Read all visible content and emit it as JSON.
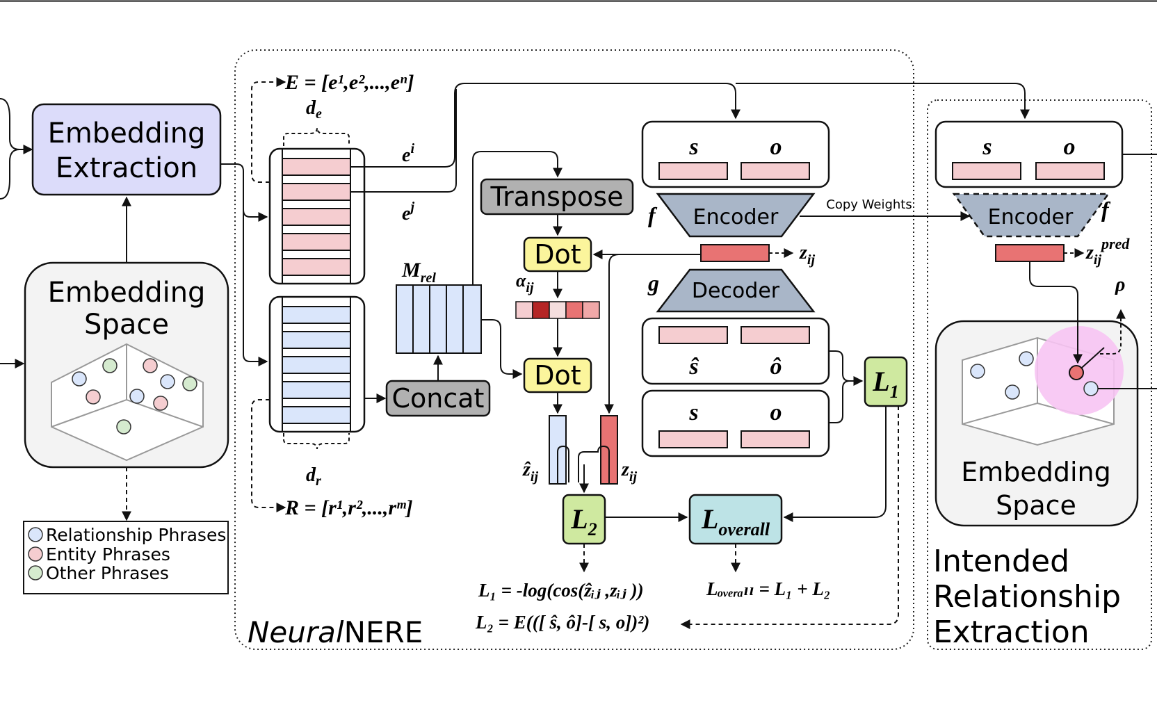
{
  "embedding_extraction": {
    "line1": "Embedding",
    "line2": "Extraction"
  },
  "embedding_space_left": {
    "line1": "Embedding",
    "line2": "Space"
  },
  "legend": {
    "items": [
      {
        "label": "Relationship Phrases",
        "color": "#dae6fb"
      },
      {
        "label": "Entity Phrases",
        "color": "#f5cdd0"
      },
      {
        "label": "Other Phrases",
        "color": "#d5ebcf"
      }
    ]
  },
  "neuralnere": {
    "E_formula": "E = [e¹,e²,...,eⁿ]",
    "R_formula": "R = [r¹,r²,...,rᵐ]",
    "de": "d",
    "de_sub": "e",
    "dr": "d",
    "dr_sub": "r",
    "ei": "e",
    "ei_sup": "i",
    "ej": "e",
    "ej_sup": "j",
    "mrel": "M",
    "mrel_sub": "rel",
    "transpose": "Transpose",
    "dot": "Dot",
    "concat": "Concat",
    "alpha": "α",
    "alpha_sub": "ij",
    "f": "f",
    "g": "g",
    "encoder": "Encoder",
    "decoder": "Decoder",
    "copy_weights": "Copy Weights",
    "s": "s",
    "o": "o",
    "s_hat": "ŝ",
    "o_hat": "ô",
    "z": "z",
    "z_sub": "ij",
    "zhat": "ẑ",
    "L1": "L",
    "L1_sub": "1",
    "L2": "L",
    "L2_sub": "2",
    "Loverall": "L",
    "Loverall_sub": "overall",
    "eq_L1": "L₁ = -log(cos(ẑᵢⱼ ,zᵢⱼ ))",
    "eq_L2": "L₂ = E(([ ŝ, ô]-[ s, o])²)",
    "eq_Loverall": "Lₒᵥₑᵣₐₗₗ = L₁ + L₂",
    "title_italic": "Neural",
    "title_rest": "NERE"
  },
  "intended": {
    "s": "s",
    "o": "o",
    "encoder": "Encoder",
    "f": "f",
    "z": "z",
    "z_sub": "ij",
    "z_sup": "pred",
    "rho": "ρ",
    "space_line1": "Embedding",
    "space_line2": "Space",
    "title_line1": "Intended",
    "title_line2": "Relationship",
    "title_line3": "Extraction"
  },
  "colors": {
    "embedding_extraction": "#dcdcfa",
    "pink": "#f5cdd0",
    "red": "#e87373",
    "blue": "#dae6fb",
    "yellow": "#fbf59c",
    "gray": "#b1b1b1",
    "slate": "#a9b6c8",
    "lime": "#cfe9a0",
    "cyan": "#bde3e6",
    "magenta_glow": "#f7c4f3",
    "space_bg": "#f3f3f3"
  }
}
